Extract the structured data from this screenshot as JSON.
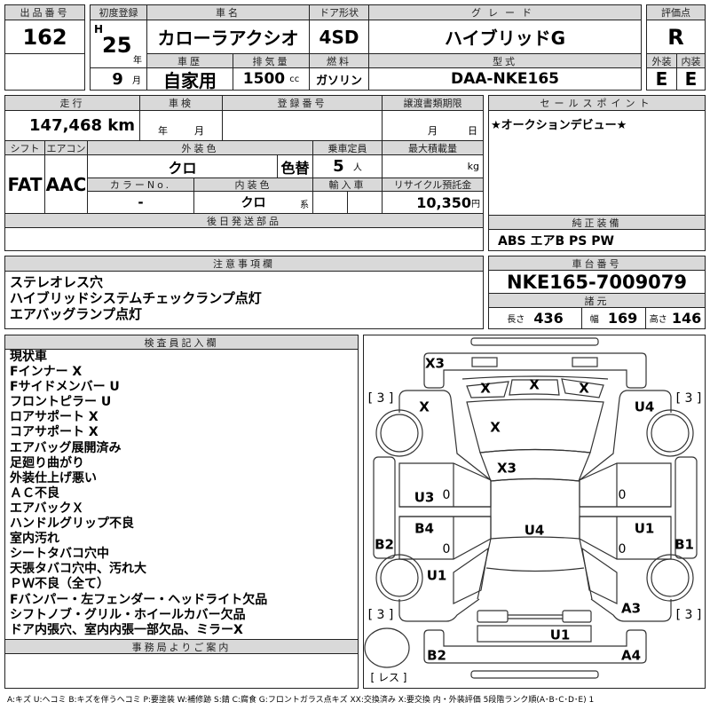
{
  "lot": {
    "label": "出品番号",
    "value": "162"
  },
  "first_reg": {
    "label": "初度登録",
    "era": "H",
    "year": "25",
    "year_unit": "年",
    "month": "9",
    "month_unit": "月"
  },
  "car_name": {
    "label": "車名",
    "value": "カローラアクシオ"
  },
  "door": {
    "label": "ドア形状",
    "value": "4SD"
  },
  "grade": {
    "label": "グレード",
    "value": "ハイブリッドG"
  },
  "score": {
    "label": "評価点",
    "value": "R",
    "ext_label": "外装",
    "int_label": "内装",
    "ext": "E",
    "int": "E"
  },
  "history": {
    "label": "車歴",
    "value": "自家用"
  },
  "displacement": {
    "label": "排気量",
    "value": "1500",
    "unit": "cc"
  },
  "fuel": {
    "label": "燃料",
    "value": "ガソリン"
  },
  "model": {
    "label": "型式",
    "value": "DAA-NKE165"
  },
  "mileage": {
    "label": "走行",
    "value": "147,468 km"
  },
  "inspection": {
    "label": "車検",
    "year_unit": "年",
    "month_unit": "月"
  },
  "reg_no": {
    "label": "登録番号"
  },
  "transfer": {
    "label": "譲渡書類期限",
    "month_unit": "月",
    "day_unit": "日"
  },
  "shift": {
    "label": "シフト",
    "value": "FAT"
  },
  "ac": {
    "label": "エアコン",
    "value": "AAC"
  },
  "ext_color": {
    "label": "外装色",
    "value": "クロ",
    "repaint": "色替"
  },
  "capacity": {
    "label": "乗車定員",
    "value": "5",
    "unit": "人"
  },
  "max_load": {
    "label": "最大積載量",
    "unit": "kg"
  },
  "color_no": {
    "label": "カラーNo.",
    "value": "-"
  },
  "int_color": {
    "label": "内装色",
    "value": "クロ",
    "suffix": "系"
  },
  "import": {
    "label": "輸入車"
  },
  "recycle": {
    "label": "リサイクル預託金",
    "value": "10,350",
    "unit": "円"
  },
  "later_parts": {
    "label": "後日発送部品"
  },
  "sales_point": {
    "label": "セールスポイント",
    "value": "★オークションデビュー★"
  },
  "equipment": {
    "label": "純正装備",
    "value": "ABS エアB PS PW"
  },
  "notes": {
    "label": "注意事項欄",
    "lines": [
      "ステレオレス穴",
      "ハイブリッドシステムチェックランプ点灯",
      "エアバッグランプ点灯"
    ]
  },
  "chassis": {
    "label": "車台番号",
    "value": "NKE165-7009079"
  },
  "specs": {
    "label": "諸元",
    "length_label": "長さ",
    "length": "436",
    "width_label": "幅",
    "width": "169",
    "height_label": "高さ",
    "height": "146"
  },
  "inspector": {
    "label": "検査員記入欄",
    "lines": [
      "現状車",
      "Fインナー X",
      "Fサイドメンバー U",
      "フロントピラー U",
      "ロアサポート X",
      "コアサポート X",
      "エアバッグ展開済み",
      "足廻り曲がり",
      "外装仕上げ悪い",
      "ＡＣ不良",
      "エアバックＸ",
      "ハンドルグリップ不良",
      "室内汚れ",
      "シートタバコ穴中",
      "天張タバコ穴中、汚れ大",
      "ＰＷ不良（全て）",
      "Fバンパー・左フェンダー・ヘッドライト欠品",
      "シフトノブ・グリル・ホイールカバー欠品",
      "ドア内張穴、室内内張一部欠品、ミラーX"
    ]
  },
  "office": {
    "label": "事務局よりご案内"
  },
  "diagram": {
    "front_bumper": "X3",
    "windshield_left": "X",
    "windshield_center": "X",
    "windshield_right": "X",
    "left_front_fender": "X",
    "right_front_fender": "U4",
    "hood": "X",
    "cowl": "X3",
    "left_front_door": "U3",
    "left_rear_door": "B4",
    "roof": "U4",
    "right_front_door_mark": "0",
    "left_front_door_mark": "0",
    "left_rear_door_mark": "0",
    "right_rear_door_mark": "0",
    "right_rear_door": "U1",
    "left_sill": "B2",
    "right_sill": "B1",
    "left_rear_fender": "U1",
    "right_rear_fender": "A3",
    "trunk": "U1",
    "rear_bumper_left": "B2",
    "rear_bumper_right": "A4",
    "tire_fl": "[ 3 ]",
    "tire_fr": "[ 3 ]",
    "tire_rl": "[ 3 ]",
    "tire_rr": "[ 3 ]",
    "spare": "[ レス ]"
  },
  "legend": "A:キズ U:ヘコミ B:キズを伴うヘコミ P:要塗装 W:補修跡 S:錆 C:腐食 G:フロントガラス点キズ XX:交換済み X:要交換  内・外装評価  5段階ランク順(A･B･C･D･E) 1"
}
